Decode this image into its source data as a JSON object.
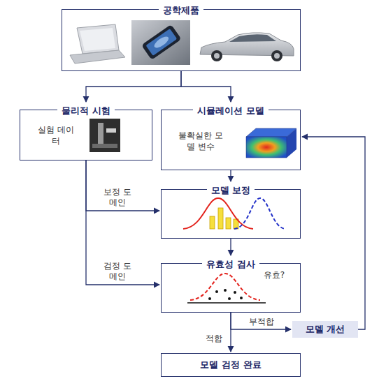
{
  "diagram": {
    "nodes": [
      {
        "text": [
          "공학제품"
        ]
      },
      {
        "text": [
          "물리적 시험",
          "실험 데이터"
        ]
      },
      {
        "text": [
          "시뮬레이션 모델",
          "불확실한 모델 변수"
        ]
      },
      {
        "text": [
          "모델 보정"
        ]
      },
      {
        "text": [
          "유효성 검사",
          "유효?"
        ]
      },
      {
        "text": [
          "모델 개선"
        ]
      },
      {
        "text": [
          "모델 검정 완료"
        ]
      }
    ],
    "edges": [
      {
        "from": 0,
        "to": 1,
        "arrow": "to"
      },
      {
        "from": 0,
        "to": 2,
        "arrow": "to"
      },
      {
        "from": 2,
        "to": 3,
        "arrow": "to"
      },
      {
        "from": 1,
        "to": 3,
        "label": "보정 도메인",
        "arrow": "to"
      },
      {
        "from": 1,
        "to": 4,
        "label": "검정 도메인",
        "arrow": "to"
      },
      {
        "from": 3,
        "to": 4,
        "arrow": "to"
      },
      {
        "from": 4,
        "to": 5,
        "label": "부적합",
        "arrow": "to"
      },
      {
        "from": 4,
        "to": 6,
        "label": "적합",
        "arrow": "to"
      },
      {
        "from": 5,
        "to": 2,
        "arrow": "to"
      }
    ]
  }
}
